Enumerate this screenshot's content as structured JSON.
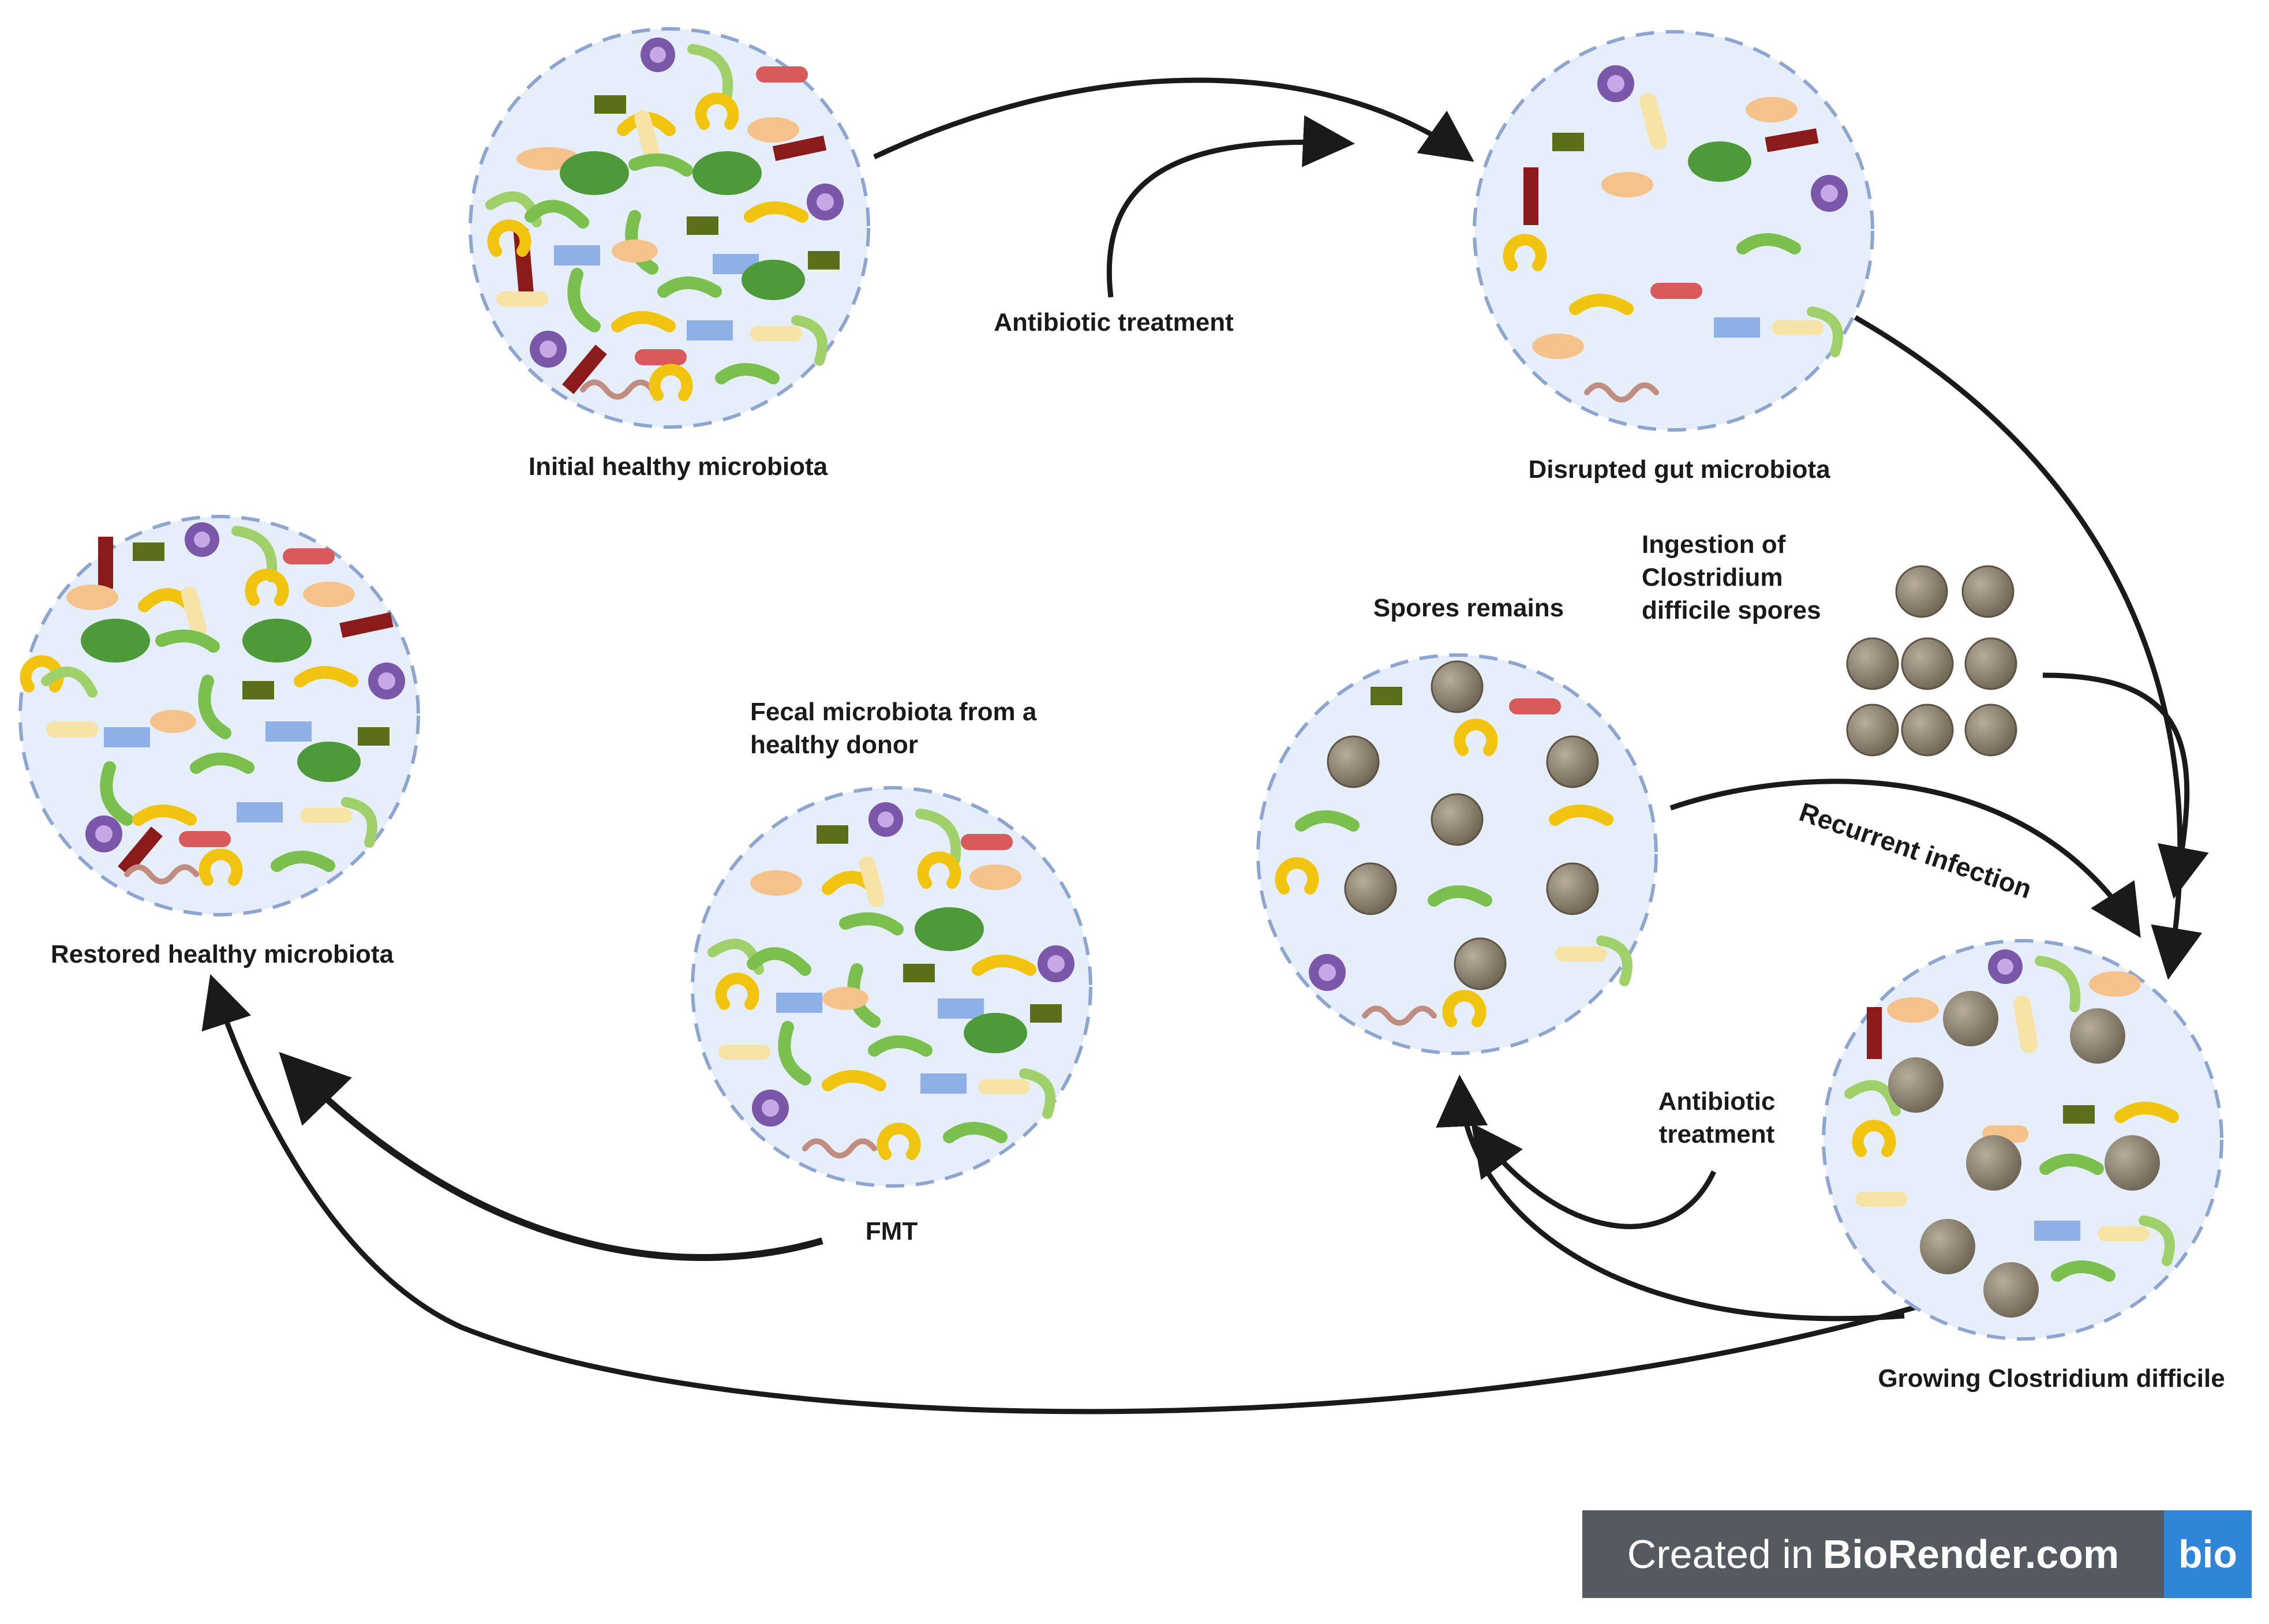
{
  "labels": {
    "initial_healthy": "Initial healthy microbiota",
    "disrupted": "Disrupted gut  microbiota",
    "restored": "Restored  healthy microbiota",
    "fecal_line1": "Fecal microbiota from a",
    "fecal_line2": "healthy donor",
    "spores_remain": "Spores remains",
    "ingestion_line1": "Ingestion of",
    "ingestion_line2": "Clostridium",
    "ingestion_line3": "difficile spores",
    "growing": "Growing Clostridium difficile",
    "antibiotic_top": "Antibiotic treatment",
    "antibiotic_line1": "Antibiotic",
    "antibiotic_line2": "treatment",
    "recurrent": "Recurrent infection",
    "fmt": "FMT"
  },
  "badge": {
    "prefix": "Created in",
    "brand": "BioRender.com",
    "logo": "bio"
  },
  "colors": {
    "circle_fill": "#e6eefa",
    "circle_border": "#8ea6cf",
    "arrow": "#1a1a1a",
    "spore": "#857b6b",
    "bacteria": [
      "#4e9a3a",
      "#7bbf4e",
      "#9fd06a",
      "#f1c40f",
      "#f4c28a",
      "#f7e3a6",
      "#d95a5a",
      "#8b1a1a",
      "#7a57a8",
      "#8fb0e6",
      "#5b6e1a",
      "#c08d80"
    ]
  },
  "icons": [
    "rod-bacterium-icon",
    "spiral-bacterium-icon",
    "coccus-bacterium-icon",
    "flagellated-bacterium-icon",
    "spore-icon",
    "arrow-icon"
  ]
}
